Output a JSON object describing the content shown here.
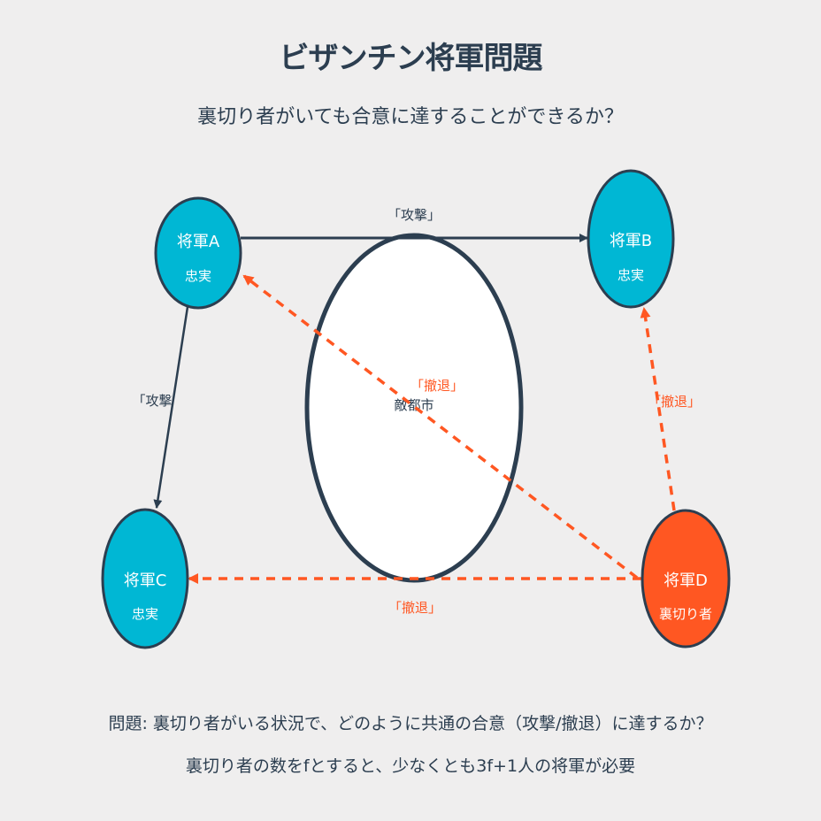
{
  "header": {
    "title": "ビザンチン将軍問題",
    "subtitle": "裏切り者がいても合意に達することができるか？"
  },
  "colors": {
    "background": "#efeeee",
    "loyal_node": "#00b7d4",
    "traitor_node": "#ff5722",
    "stroke": "#2c3e50",
    "city_fill": "#ffffff",
    "attack_line": "#2c3e50",
    "retreat_line": "#ff5722"
  },
  "city": {
    "label": "敵都市"
  },
  "nodes": {
    "a": {
      "name": "将軍A",
      "role": "忠実"
    },
    "b": {
      "name": "将軍B",
      "role": "忠実"
    },
    "c": {
      "name": "将軍C",
      "role": "忠実"
    },
    "d": {
      "name": "将軍D",
      "role": "裏切り者"
    }
  },
  "edges": {
    "a_to_b": {
      "from": "将軍A",
      "to": "将軍B",
      "label": "「攻撃」",
      "style": "solid"
    },
    "a_to_c": {
      "from": "将軍A",
      "to": "将軍C",
      "label": "「攻撃",
      "style": "solid"
    },
    "d_to_a": {
      "from": "将軍D",
      "to": "将軍A",
      "label": "「撤退」",
      "style": "dashed"
    },
    "d_to_b": {
      "from": "将軍D",
      "to": "将軍B",
      "label": "「撤退」",
      "style": "dashed"
    },
    "d_to_c": {
      "from": "将軍D",
      "to": "将軍C",
      "label": "「撤退」",
      "style": "dashed"
    }
  },
  "footer": {
    "line1": "問題: 裏切り者がいる状況で、どのように共通の合意（攻撃/撤退）に達するか？",
    "line2": "裏切り者の数をfとすると、少なくとも3f+1人の将軍が必要"
  }
}
